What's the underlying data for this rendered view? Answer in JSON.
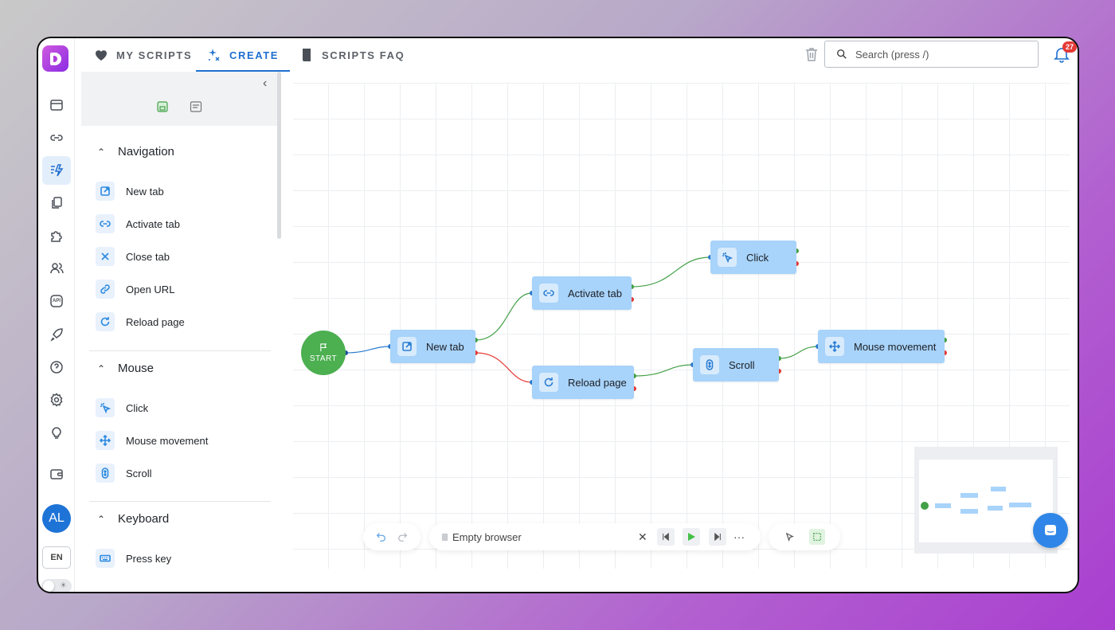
{
  "topbar": {
    "tabs": [
      {
        "label": "MY SCRIPTS",
        "icon": "heart-icon"
      },
      {
        "label": "CREATE",
        "icon": "sparkle-icon"
      },
      {
        "label": "SCRIPTS FAQ",
        "icon": "book-icon"
      }
    ],
    "search_placeholder": "Search (press /)",
    "notification_count": "27"
  },
  "rail": {
    "icons": [
      "browser-icon",
      "link-icon",
      "create-icon",
      "copy-icon",
      "puzzle-icon",
      "users-icon",
      "api-icon",
      "rocket-icon",
      "help-icon",
      "settings-icon",
      "bulb-icon",
      "wallet-icon"
    ],
    "api_label": "API",
    "avatar": "AL",
    "language": "EN"
  },
  "panel": {
    "sections": [
      {
        "title": "Navigation",
        "items": [
          {
            "label": "New tab",
            "icon": "new-tab-icon"
          },
          {
            "label": "Activate tab",
            "icon": "link-icon"
          },
          {
            "label": "Close tab",
            "icon": "close-icon"
          },
          {
            "label": "Open URL",
            "icon": "url-icon"
          },
          {
            "label": "Reload page",
            "icon": "reload-icon"
          }
        ]
      },
      {
        "title": "Mouse",
        "items": [
          {
            "label": "Click",
            "icon": "cursor-click-icon"
          },
          {
            "label": "Mouse movement",
            "icon": "move-icon"
          },
          {
            "label": "Scroll",
            "icon": "scroll-icon"
          }
        ]
      },
      {
        "title": "Keyboard",
        "items": [
          {
            "label": "Press key",
            "icon": "keyboard-icon"
          }
        ]
      }
    ]
  },
  "canvas": {
    "start_label": "START",
    "nodes": [
      {
        "label": "New tab",
        "icon": "new-tab-icon"
      },
      {
        "label": "Activate tab",
        "icon": "link-icon"
      },
      {
        "label": "Reload page",
        "icon": "reload-icon"
      },
      {
        "label": "Click",
        "icon": "cursor-click-icon"
      },
      {
        "label": "Scroll",
        "icon": "scroll-icon"
      },
      {
        "label": "Mouse movement",
        "icon": "move-icon"
      }
    ],
    "edge_colors": {
      "default": "#2b7bd0",
      "success": "#43a047",
      "error": "#e53935"
    }
  },
  "toolbar": {
    "browser_label": "Empty browser"
  },
  "colors": {
    "accent": "#1e6fd0",
    "node_bg": "#a8d3fa",
    "start_bg": "#4caf50",
    "play": "#43c046"
  }
}
